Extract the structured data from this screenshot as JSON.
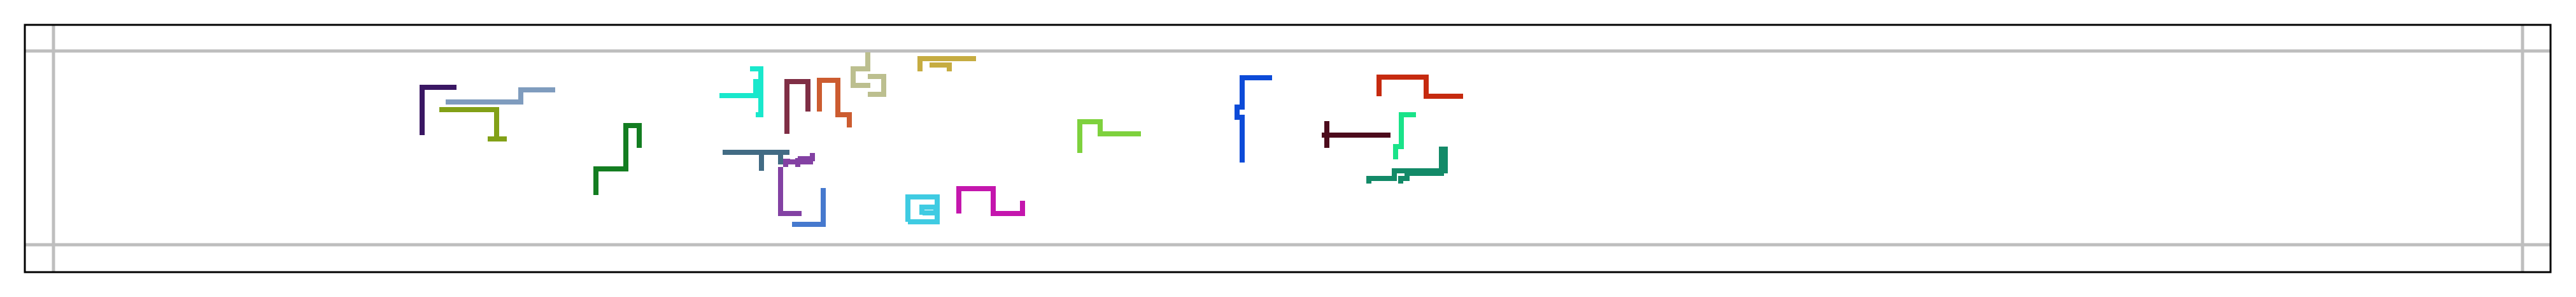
{
  "figure": {
    "background": "#ffffff",
    "frame_color": "#000000",
    "grid_color": "#bebebe",
    "grid": true
  },
  "paths": [
    {
      "name": "dark-purple-path",
      "color": "#3a1763"
    },
    {
      "name": "slate-blue-path",
      "color": "#7f9cbe"
    },
    {
      "name": "olive-path",
      "color": "#82a017"
    },
    {
      "name": "green-path",
      "color": "#137d21"
    },
    {
      "name": "cyan-path",
      "color": "#19e8cc"
    },
    {
      "name": "maroon-path",
      "color": "#7f2e45"
    },
    {
      "name": "rust-path",
      "color": "#cc5c30"
    },
    {
      "name": "khaki-path",
      "color": "#bcbf8f"
    },
    {
      "name": "gold-path",
      "color": "#c6ac41"
    },
    {
      "name": "steel-path",
      "color": "#426b84"
    },
    {
      "name": "violet-path",
      "color": "#8341a3"
    },
    {
      "name": "royal-blue-path",
      "color": "#4679ce"
    },
    {
      "name": "sky-path",
      "color": "#3fcbe2"
    },
    {
      "name": "magenta-path",
      "color": "#c416ad"
    },
    {
      "name": "lime-path",
      "color": "#7ed13d"
    },
    {
      "name": "blue-path",
      "color": "#0d4bd8"
    },
    {
      "name": "dark-red-path",
      "color": "#4c0b1c"
    },
    {
      "name": "red-path",
      "color": "#c62a0f"
    },
    {
      "name": "spring-green-path",
      "color": "#1ae389"
    },
    {
      "name": "teal-path",
      "color": "#138a68"
    }
  ]
}
